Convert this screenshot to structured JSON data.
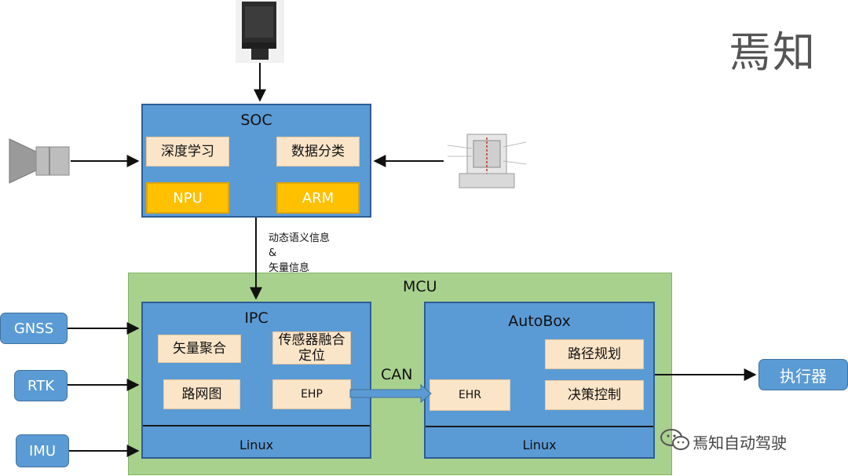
{
  "brand": {
    "top_text": "焉知",
    "bottom_text": "焉知自动驾驶"
  },
  "soc": {
    "title": "SOC",
    "boxes": [
      "深度学习",
      "数据分类"
    ],
    "chips": [
      "NPU",
      "ARM"
    ]
  },
  "link_label": {
    "line1": "动态语义信息",
    "line2": "&",
    "line3": "矢量信息"
  },
  "mcu": {
    "title": "MCU",
    "ipc": {
      "title": "IPC",
      "boxes": [
        "矢量聚合",
        "传感器融合定位",
        "路网图",
        "EHP"
      ],
      "os": "Linux"
    },
    "bus": "CAN",
    "autobox": {
      "title": "AutoBox",
      "boxes": [
        "路径规划",
        "决策控制",
        "EHR"
      ],
      "os": "Linux"
    }
  },
  "inputs": [
    "GNSS",
    "RTK",
    "IMU"
  ],
  "output": "执行器",
  "colors": {
    "block_blue": "#5b9bd5",
    "mcu_green": "#a9d18e",
    "chip_orange": "#ffc000",
    "inner_beige": "#fbe5c8"
  }
}
